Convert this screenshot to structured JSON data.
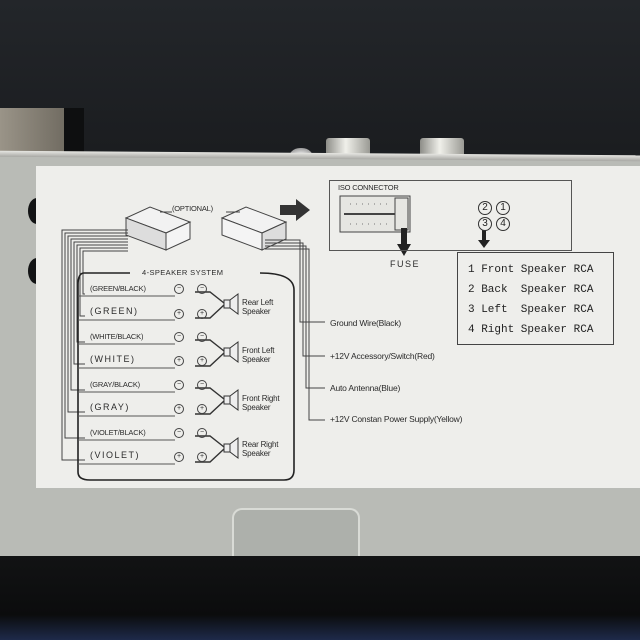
{
  "diagram": {
    "optional_label": "(OPTIONAL)",
    "speaker_system": {
      "title": "4-SPEAKER SYSTEM",
      "wires": [
        {
          "label": "(GREEN/BLACK)",
          "polarity": "-"
        },
        {
          "label": "(GREEN)",
          "polarity": "+"
        },
        {
          "label": "(WHITE/BLACK)",
          "polarity": "-"
        },
        {
          "label": "(WHITE)",
          "polarity": "+"
        },
        {
          "label": "(GRAY/BLACK)",
          "polarity": "-"
        },
        {
          "label": "(GRAY)",
          "polarity": "+"
        },
        {
          "label": "(VIOLET/BLACK)",
          "polarity": "-"
        },
        {
          "label": "(VIOLET)",
          "polarity": "+"
        }
      ],
      "speakers": [
        {
          "line1": "Rear Left",
          "line2": "Speaker"
        },
        {
          "line1": "Front Left",
          "line2": "Speaker"
        },
        {
          "line1": "Front Right",
          "line2": "Speaker"
        },
        {
          "line1": "Rear Right",
          "line2": "Speaker"
        }
      ],
      "minus_symbol": "−",
      "plus_symbol": "+"
    },
    "power_wires": [
      "Ground Wire(Black)",
      "+12V Accessory/Switch(Red)",
      "Auto Antenna(Blue)",
      "+12V Constan Power Supply(Yellow)"
    ],
    "iso_connector": {
      "title": "ISO CONNECTOR",
      "fuse_label": "FUSE",
      "rca_numbers": [
        "2",
        "1",
        "3",
        "4"
      ]
    },
    "rca_legend": [
      "1 Front Speaker RCA",
      "2 Back  Speaker RCA",
      "3 Left  Speaker RCA",
      "4 Right Speaker RCA"
    ]
  },
  "colors": {
    "label_bg": "#eeeeeb",
    "chassis": "#b9bbb6",
    "ink": "#2b2b2b",
    "background_dark": "#1c1f22"
  }
}
